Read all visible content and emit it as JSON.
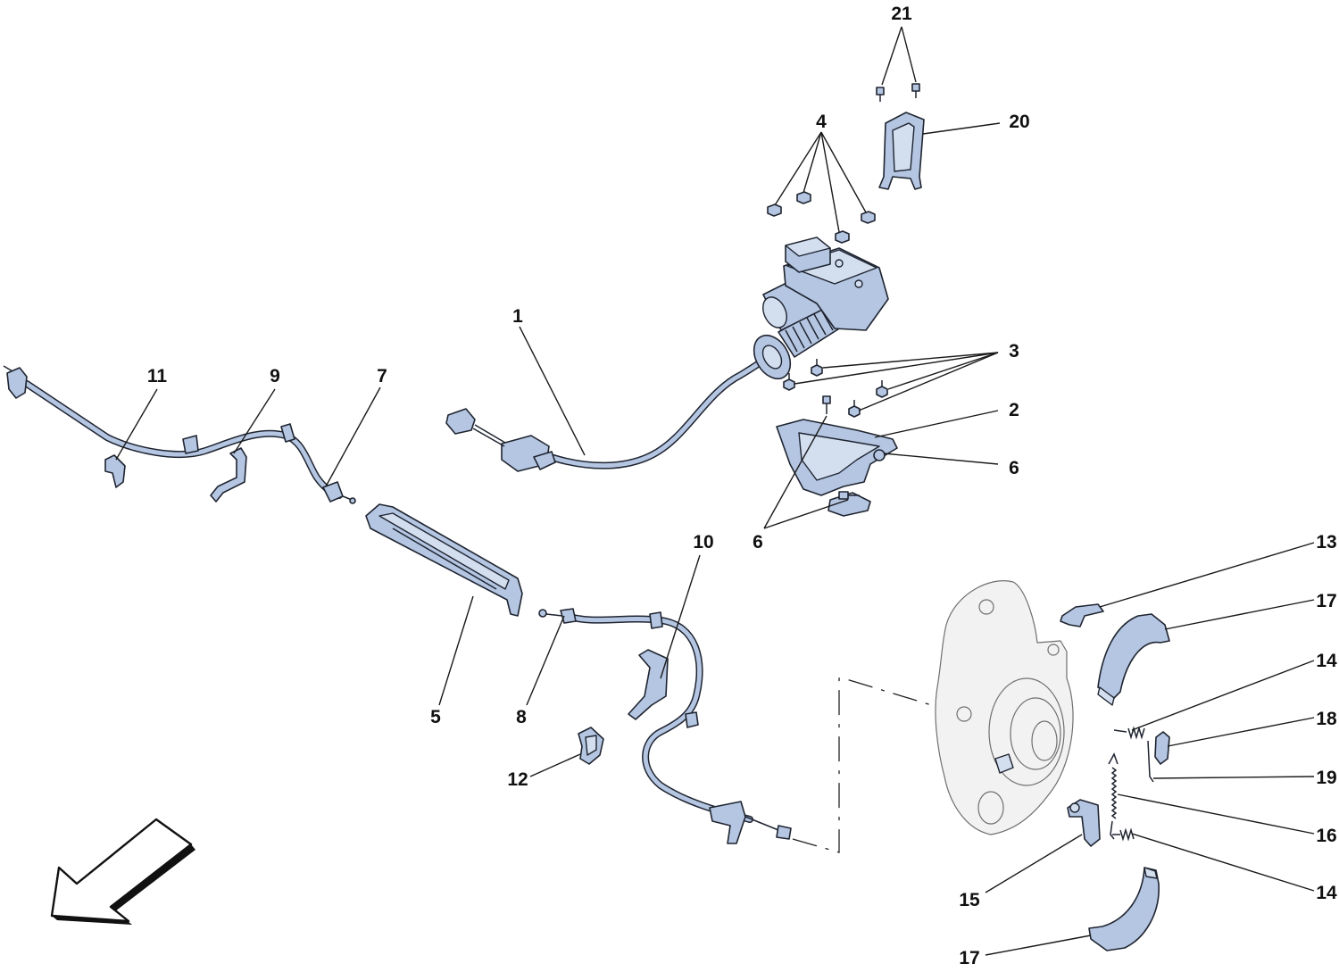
{
  "callouts": [
    {
      "id": "c1",
      "text": "1"
    },
    {
      "id": "c2",
      "text": "2"
    },
    {
      "id": "c3",
      "text": "3"
    },
    {
      "id": "c4",
      "text": "4"
    },
    {
      "id": "c5",
      "text": "5"
    },
    {
      "id": "c6a",
      "text": "6"
    },
    {
      "id": "c6b",
      "text": "6"
    },
    {
      "id": "c7",
      "text": "7"
    },
    {
      "id": "c8",
      "text": "8"
    },
    {
      "id": "c9",
      "text": "9"
    },
    {
      "id": "c10",
      "text": "10"
    },
    {
      "id": "c11",
      "text": "11"
    },
    {
      "id": "c12",
      "text": "12"
    },
    {
      "id": "c13",
      "text": "13"
    },
    {
      "id": "c14a",
      "text": "14"
    },
    {
      "id": "c14b",
      "text": "14"
    },
    {
      "id": "c15",
      "text": "15"
    },
    {
      "id": "c16",
      "text": "16"
    },
    {
      "id": "c17a",
      "text": "17"
    },
    {
      "id": "c17b",
      "text": "17"
    },
    {
      "id": "c18",
      "text": "18"
    },
    {
      "id": "c19",
      "text": "19"
    },
    {
      "id": "c20",
      "text": "20"
    },
    {
      "id": "c21",
      "text": "21"
    }
  ],
  "colors": {
    "part_fill": "#b4c6e2",
    "part_outline": "#1f2430",
    "hub_fill": "#f2f2f2",
    "background": "#ffffff"
  },
  "icons": {
    "orientation_arrow": "front-direction-arrow-icon"
  }
}
